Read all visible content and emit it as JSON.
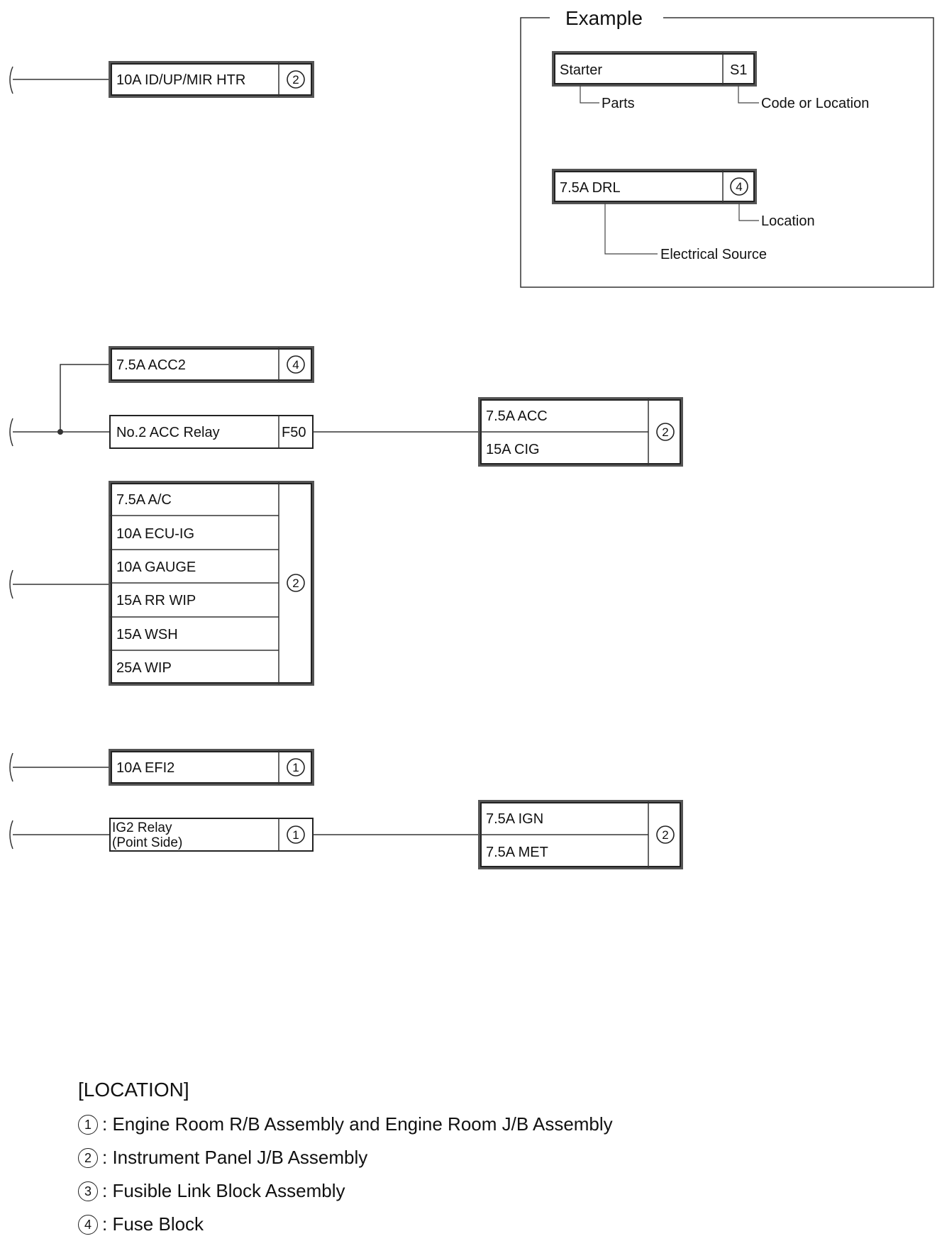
{
  "example": {
    "title": "Example",
    "part_name": "Starter",
    "part_code": "S1",
    "parts_label": "Parts",
    "code_label": "Code or Location",
    "fuse_name": "7.5A DRL",
    "fuse_location": "4",
    "location_label": "Location",
    "source_label": "Electrical Source"
  },
  "circuits": {
    "id_up_mir_htr": {
      "name": "10A ID/UP/MIR HTR",
      "loc": "2"
    },
    "acc2": {
      "name": "7.5A ACC2",
      "loc": "4"
    },
    "acc_relay": {
      "name": "No.2 ACC Relay",
      "code": "F50"
    },
    "acc_group": {
      "items": [
        "7.5A ACC",
        "15A CIG"
      ],
      "loc": "2"
    },
    "ig_group": {
      "items": [
        "7.5A A/C",
        "10A ECU-IG",
        "10A GAUGE",
        "15A RR WIP",
        "15A WSH",
        "25A WIP"
      ],
      "loc": "2"
    },
    "efi2": {
      "name": "10A EFI2",
      "loc": "1"
    },
    "ig2_relay": {
      "line1": "IG2 Relay",
      "line2": "(Point Side)",
      "loc": "1"
    },
    "ign_group": {
      "items": [
        "7.5A IGN",
        "7.5A MET"
      ],
      "loc": "2"
    }
  },
  "legend": {
    "title": "[LOCATION]",
    "items": [
      {
        "num": "1",
        "text": ": Engine Room R/B Assembly and Engine Room J/B Assembly"
      },
      {
        "num": "2",
        "text": ": Instrument Panel J/B Assembly"
      },
      {
        "num": "3",
        "text": ": Fusible Link Block Assembly"
      },
      {
        "num": "4",
        "text": ": Fuse Block"
      }
    ]
  }
}
